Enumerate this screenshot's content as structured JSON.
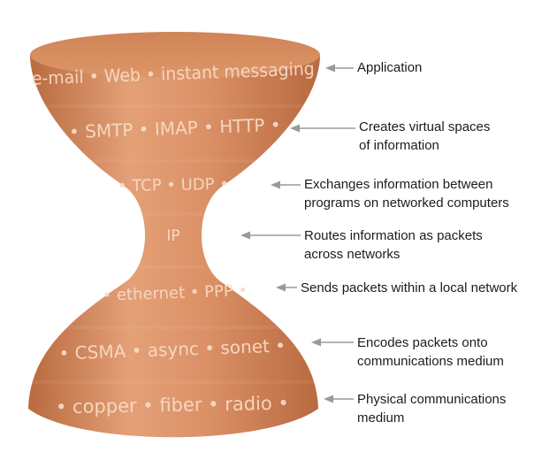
{
  "layers": [
    {
      "protocols": "e-mail • Web • instant messaging",
      "description": "Application"
    },
    {
      "protocols": "• SMTP • IMAP • HTTP •",
      "description": "Creates virtual spaces\nof information"
    },
    {
      "protocols": "• TCP • UDP •",
      "description": "Exchanges information between\nprograms on networked computers"
    },
    {
      "protocols": "IP",
      "description": "Routes information as packets\nacross networks"
    },
    {
      "protocols": "• ethernet • PPP •",
      "description": "Sends packets within a local network"
    },
    {
      "protocols": "• CSMA • async • sonet •",
      "description": "Encodes packets onto\ncommunications medium"
    },
    {
      "protocols": "• copper • fiber • radio •",
      "description": "Physical communications\nmedium"
    }
  ],
  "colors": {
    "body_light": "#e7a47c",
    "body_dark": "#b96a3f",
    "top_face": "#d58a5c",
    "arrow": "#9a9a9a"
  }
}
